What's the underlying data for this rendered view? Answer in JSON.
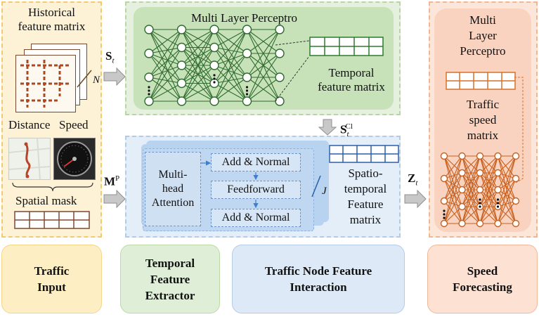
{
  "input": {
    "title_line1": "Historical",
    "title_line2": "feature matrix",
    "stack_n": "N",
    "distance": "Distance",
    "speed": "Speed",
    "spatial_mask": "Spatial mask"
  },
  "mlp": {
    "title": "Multi Layer Perceptro",
    "temporal_line1": "Temporal",
    "temporal_line2": "feature matrix"
  },
  "transformer": {
    "multihead_line1": "Multi-",
    "multihead_line2": "head",
    "multihead_line3": "Attention",
    "add_norm_1": "Add & Normal",
    "feedforward": "Feedforward",
    "add_norm_2": "Add & Normal",
    "j_label": "J",
    "spatio_line1": "Spatio-",
    "spatio_line2": "temporal",
    "spatio_line3": "Feature",
    "spatio_line4": "matrix"
  },
  "output": {
    "title_line1": "Multi",
    "title_line2": "Layer",
    "title_line3": "Perceptro",
    "speed_line1": "Traffic",
    "speed_line2": "speed",
    "speed_line3": "matrix"
  },
  "symbols": {
    "s_t": "S",
    "s_t_sub": "t",
    "m_p": "M",
    "m_p_sup": "P",
    "s_tc": "S",
    "s_tc_sub": "t",
    "s_tc_sup": "Cl",
    "z_t": "Z",
    "z_t_sub": "t"
  },
  "modules": {
    "traffic_input_line1": "Traffic",
    "traffic_input_line2": "Input",
    "temporal_line1": "Temporal",
    "temporal_line2": "Feature",
    "temporal_line3": "Extractor",
    "interaction_line1": "Traffic Node Feature",
    "interaction_line2": "Interaction",
    "forecast_line1": "Speed",
    "forecast_line2": "Forecasting"
  },
  "colors": {
    "input_bg": "#fdf2d6",
    "mlp_green": "#c7e2b8",
    "transformer_blue": "#e4eef9",
    "output_orange": "#fce6da",
    "grid_green": "#2f7a2f",
    "grid_blue": "#2d5ea8",
    "grid_orange": "#d9702a",
    "grid_brown": "#7a4a30"
  }
}
